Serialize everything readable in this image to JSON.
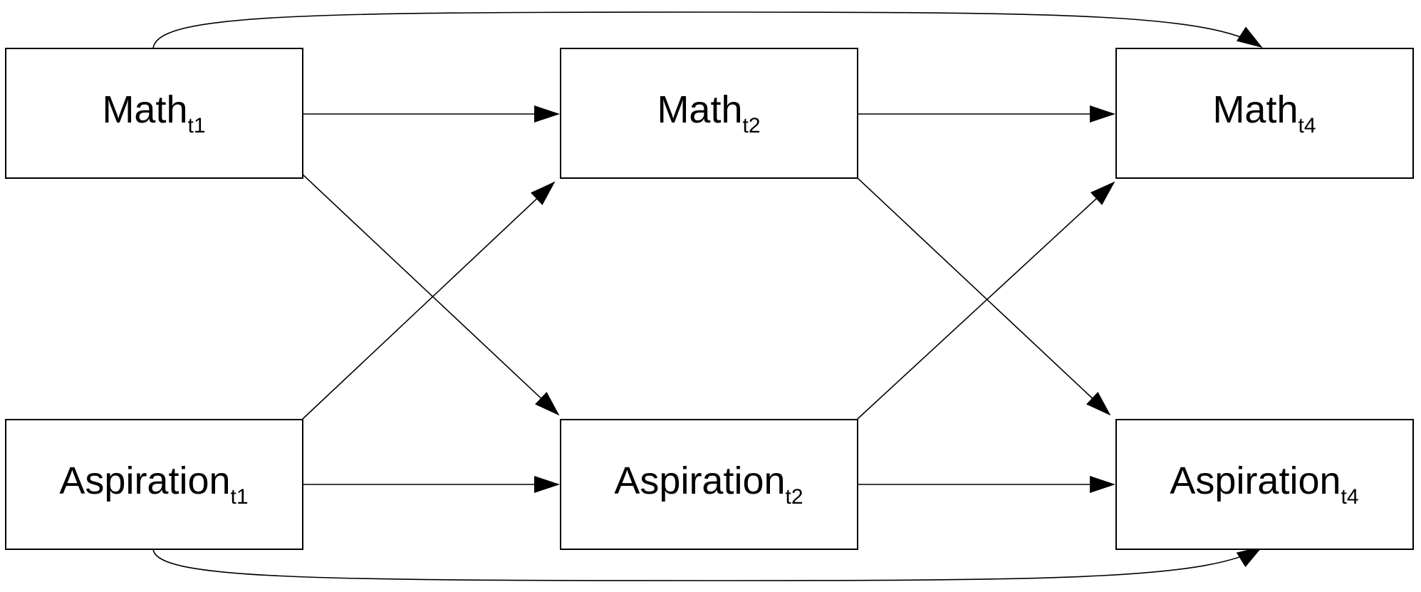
{
  "nodes": [
    {
      "id": "math_t1",
      "label": "Math",
      "sub": "t1"
    },
    {
      "id": "math_t2",
      "label": "Math",
      "sub": "t2"
    },
    {
      "id": "math_t4",
      "label": "Math",
      "sub": "t4"
    },
    {
      "id": "asp_t1",
      "label": "Aspiration",
      "sub": "t1"
    },
    {
      "id": "asp_t2",
      "label": "Aspiration",
      "sub": "t2"
    },
    {
      "id": "asp_t4",
      "label": "Aspiration",
      "sub": "t4"
    }
  ],
  "edges": [
    {
      "from": "math_t1",
      "to": "math_t2"
    },
    {
      "from": "math_t2",
      "to": "math_t4"
    },
    {
      "from": "asp_t1",
      "to": "asp_t2"
    },
    {
      "from": "asp_t2",
      "to": "asp_t4"
    },
    {
      "from": "math_t1",
      "to": "asp_t2"
    },
    {
      "from": "asp_t1",
      "to": "math_t2"
    },
    {
      "from": "math_t2",
      "to": "asp_t4"
    },
    {
      "from": "asp_t2",
      "to": "math_t4"
    },
    {
      "from": "math_t1",
      "to": "math_t4"
    },
    {
      "from": "asp_t1",
      "to": "asp_t4"
    }
  ]
}
